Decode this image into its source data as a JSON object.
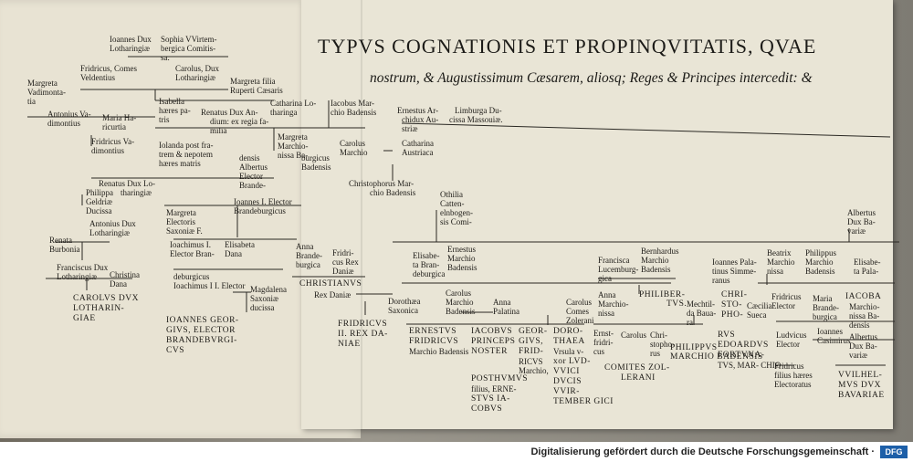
{
  "title": {
    "line1": "TYPVS COGNATIONIS ET PROPINQVITATIS, QVAE",
    "line2": "nostrum, & Augustissimum Cæsarem, aliosq; Reges & Principes intercedit: &"
  },
  "nodes": {
    "n1": "Ioannes Dux",
    "n2": "Lotharingiæ",
    "n3": "Sophia VVirtem-",
    "n4": "bergica Comitis-",
    "n5": "sa.",
    "n6": "Fridricus, Comes",
    "n7": "Veldentius",
    "n8": "Carolus, Dux",
    "n9": "Lotharingiæ",
    "n10": "Margreta filia",
    "n11": "Ruperti Cæsaris",
    "n12": "Margreta",
    "n13": "Vadimonta-",
    "n14": "tia",
    "n15": "Antonius Va-",
    "n16": "dimontius",
    "n17": "Maria Ha-",
    "n18": "ricurtia",
    "n19": "Isabella",
    "n20": "hæres pa-",
    "n21": "tris",
    "n22": "Renatus Dux An-",
    "n23": "dium: ex regia fa-",
    "n24": "milia",
    "n25": "Catharina Lo-",
    "n26": "tharinga",
    "n27": "Iacobus Mar-",
    "n28": "chio Badensis",
    "n29": "Fridricus Va-",
    "n30": "dimontius",
    "n31": "Iolanda post fra-",
    "n32": "trem & nepotem",
    "n33": "hæres matris",
    "n34": "Margreta",
    "n35": "Marchio-",
    "n36": "nissa Ba-",
    "n37": "Carolus",
    "n38": "Marchio",
    "n39": "Ernestus Ar-",
    "n40": "chidux Au-",
    "n41": "striæ",
    "n42": "Limburga Du-",
    "n43": "cissa Massouiæ.",
    "n44": "Catharina",
    "n45": "Austriaca",
    "n46": "densis",
    "n47": "Albertus",
    "n48": "Elector",
    "n49": "Brande-",
    "n50": "burgicus",
    "n51": "Badensis",
    "n52": "",
    "n53": "Christophorus Mar-",
    "n54": "chio Badensis",
    "n55": "Renatus Dux Lo-",
    "n56": "tharingiæ",
    "n57": "Ioannes I. Elector",
    "n58": "Brandeburgicus",
    "n59": "Philippa",
    "n60": "Geldriæ",
    "n61": "Ducissa",
    "n62": "Othilia",
    "n63": "Catten-",
    "n64": "elnbogen-",
    "n65": "sis Comi-",
    "n66": "Margreta",
    "n67": "Electoris",
    "n68": "Saxoniæ F.",
    "n69": "Antonius Dux",
    "n70": "Lotharingiæ",
    "n71": "Renata",
    "n72": "Burbonia",
    "n73": "Ioachimus I.",
    "n74": "Elector Bran-",
    "n75": "Elisabeta",
    "n76": "Dana",
    "n77": "Anna",
    "n78": "Brande-",
    "n79": "burgica",
    "n80": "Fridri-",
    "n81": "cus Rex",
    "n82": "Daniæ",
    "n83": "Franciscus Dux",
    "n84": "Lotharingiæ",
    "n85": "Christina",
    "n86": "Dana",
    "n87": "deburgicus",
    "n88": "Ioachimus I I. Elector",
    "n89": "Magdalena",
    "n90": "Saxoniæ",
    "n91": "ducissa",
    "n92": "CHRISTIANVS",
    "n93": "Rex Daniæ",
    "n94": "Dorothæa",
    "n95": "Saxonica",
    "n96": "CAROLVS DVX",
    "n97": "LOTHARIN-",
    "n98": "GIAE",
    "n99": "IOANNES GEOR-",
    "n100": "GIVS, ELECTOR",
    "n101": "BRANDEBVRGI-",
    "n102": "CVS",
    "n103": "FRIDRICVS",
    "n104": "II. REX DA-",
    "n105": "NIAE",
    "n106": "Albertus",
    "n107": "Dux Ba-",
    "n108": "variæ",
    "n109": "Ernestus",
    "n110": "Marchio",
    "n111": "Badensis",
    "n112": "Elisabe-",
    "n113": "ta Bran-",
    "n114": "deburgica",
    "n115": "Francisca",
    "n116": "Lucemburg-",
    "n117": "gica",
    "n118": "Bernhardus",
    "n119": "Marchio",
    "n120": "Badensis",
    "n121": "Ioannes Pala-",
    "n122": "tinus Simme-",
    "n123": "ranus",
    "n124": "Beatrix",
    "n125": "Marchio",
    "n126": "nissa",
    "n127": "Philippus",
    "n128": "Marchio",
    "n129": "Badensis",
    "n130": "Elisabe-",
    "n131": "ta Pala-",
    "n132": "Carolus",
    "n133": "Marchio",
    "n134": "Badensis",
    "n135": "Anna",
    "n136": "Palatina",
    "n137": "Carolus",
    "n138": "Comes",
    "n139": "Zolerani",
    "n140": "Anna",
    "n141": "Marchio-",
    "n142": "nissa",
    "n143": "PHILIBER-",
    "n144": "TVS.",
    "n145": "Mechtil-",
    "n146": "da Baua-",
    "n147": "ra",
    "n148": "CHRI-",
    "n149": "STO-",
    "n150": "PHO-",
    "n151": "Cæcilia",
    "n152": "Sueca",
    "n153": "Fridricus",
    "n154": "Elector",
    "n155": "Maria",
    "n156": "Brande-",
    "n157": "burgica",
    "n158": "IACOBA",
    "n159": "Marchio-",
    "n160": "nissa Ba-",
    "n161": "densis",
    "n162": "ERNESTVS",
    "n163": "FRIDRICVS",
    "n164": "Marchio Badensis",
    "n165": "IACOBVS",
    "n166": "PRINCEPS",
    "n167": "NOSTER",
    "n168": "GEOR-",
    "n169": "GIVS,",
    "n170": "FRID-",
    "n171": "RICVS",
    "n172": "Marchio,",
    "n173": "DORO-",
    "n174": "THAEA",
    "n175": "Vrsula v-",
    "n176": "xor LVD-",
    "n177": "VVICI",
    "n178": "DVCIS",
    "n179": "VVIR-",
    "n180": "TEMBER GICI",
    "n181": "Ernst-",
    "n182": "fridri-",
    "n183": "cus",
    "n184": "Carolus",
    "n185": "Chri-",
    "n186": "stopho-",
    "n187": "rus",
    "n188": "PHILIPPVS",
    "n189": "MARCHIO BADENSIS",
    "n190": "RVS",
    "n191": "EDOARDVS",
    "n192": "FORTVNA-",
    "n193": "TVS, MAR- CHIO",
    "n194": "Ludvicus",
    "n195": "Elector",
    "n196": "Ioannes",
    "n197": "Casimirus",
    "n198": "Albertus",
    "n199": "Dux Ba-",
    "n200": "variæ",
    "n201": "COMITES ZOL-",
    "n202": "LERANI",
    "n203": "Fridricus",
    "n204": "filius hæres",
    "n205": "Electoratus",
    "n206": "VVILHEL-",
    "n207": "MVS DVX",
    "n208": "BAVARIAE",
    "n209": "POSTHVMVS",
    "n210": "filius, ERNE-",
    "n211": "STVS IA-",
    "n212": "COBVS"
  },
  "footer": {
    "credit": "Digitalisierung gefördert durch die Deutsche Forschungsgemeinschaft ·",
    "logo": "DFG"
  }
}
